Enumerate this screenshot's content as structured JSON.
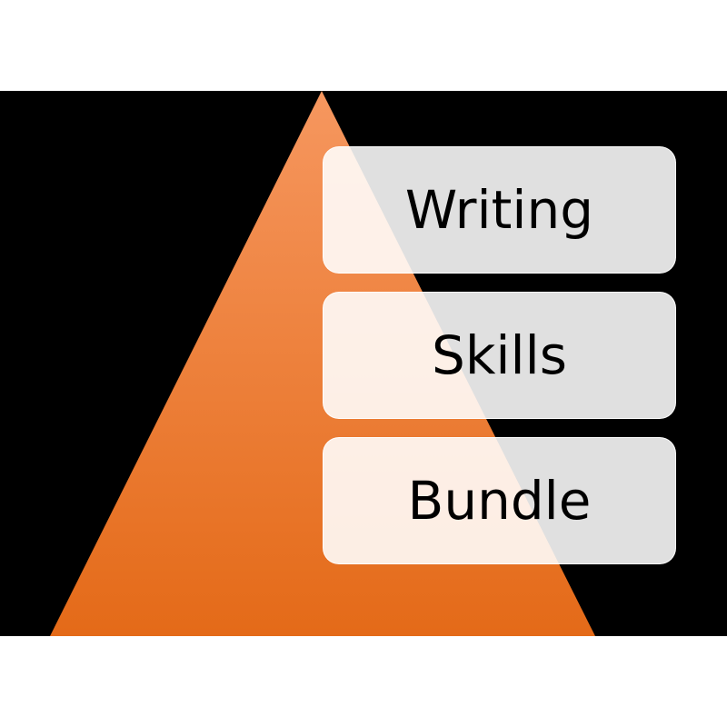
{
  "diagram": {
    "levels": [
      {
        "label": "Writing"
      },
      {
        "label": "Skills"
      },
      {
        "label": "Bundle"
      }
    ],
    "colors": {
      "background": "#000000",
      "page": "#ffffff",
      "pyramid_top": "#f5925a",
      "pyramid_bottom": "#e56d1c",
      "box_fill": "#ffffff"
    }
  }
}
